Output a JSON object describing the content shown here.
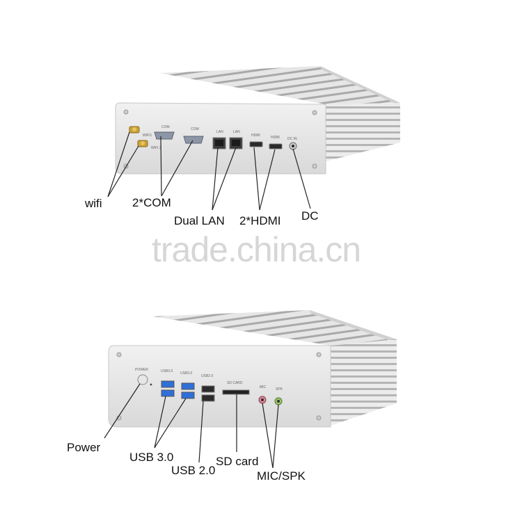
{
  "watermark": "trade.china.cn",
  "top_panel": {
    "port_labels": {
      "com_1": "COM",
      "com_2": "COM",
      "lan_1": "LAN",
      "lan_2": "LAN",
      "hdmi_1": "HDMI",
      "hdmi_2": "HDMI",
      "dc_in": "DC IN",
      "wifi_1": "WIFI1",
      "wifi_2": "WIFI 2"
    },
    "callouts": {
      "wifi": "wifi",
      "com": "2*COM",
      "lan": "Dual LAN",
      "hdmi": "2*HDMI",
      "dc": "DC"
    }
  },
  "bottom_panel": {
    "port_labels": {
      "power": "POWER",
      "usb3_1": "USB3.0",
      "usb3_2": "USB3.0",
      "usb2": "USB2.0",
      "sd": "SD CARD",
      "mic": "MIC",
      "spk": "SPK"
    },
    "callouts": {
      "power": "Power",
      "usb3": "USB 3.0",
      "usb2": "USB 2.0",
      "sd": "SD card",
      "micspk": "MIC/SPK"
    }
  }
}
